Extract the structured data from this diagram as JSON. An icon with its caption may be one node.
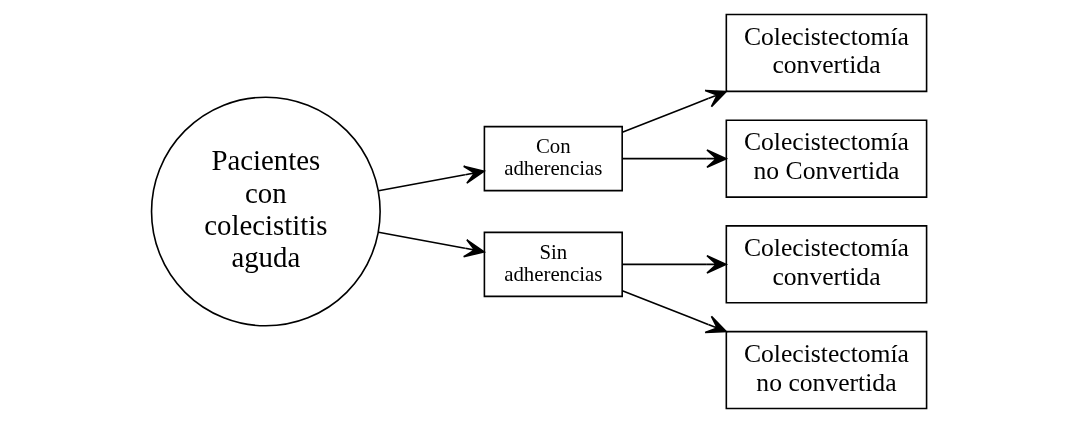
{
  "diagram": {
    "nodes": [
      {
        "text": [
          "Pacientes con colecistitis aguda"
        ]
      },
      {
        "text": [
          "Con adherencias"
        ]
      },
      {
        "text": [
          "Sin adherencias"
        ]
      },
      {
        "text": [
          "Colecistectomía convertida"
        ]
      },
      {
        "text": [
          "Colecistectomía no Convertida"
        ]
      },
      {
        "text": [
          "Colecistectomía convertida"
        ]
      },
      {
        "text": [
          "Colecistectomía no convertida"
        ]
      }
    ],
    "edges": [
      {
        "from": 0,
        "to": 1,
        "arrow": "to"
      },
      {
        "from": 0,
        "to": 2,
        "arrow": "to"
      },
      {
        "from": 1,
        "to": 3,
        "arrow": "to"
      },
      {
        "from": 1,
        "to": 4,
        "arrow": "to"
      },
      {
        "from": 2,
        "to": 5,
        "arrow": "to"
      },
      {
        "from": 2,
        "to": 6,
        "arrow": "to"
      }
    ]
  }
}
